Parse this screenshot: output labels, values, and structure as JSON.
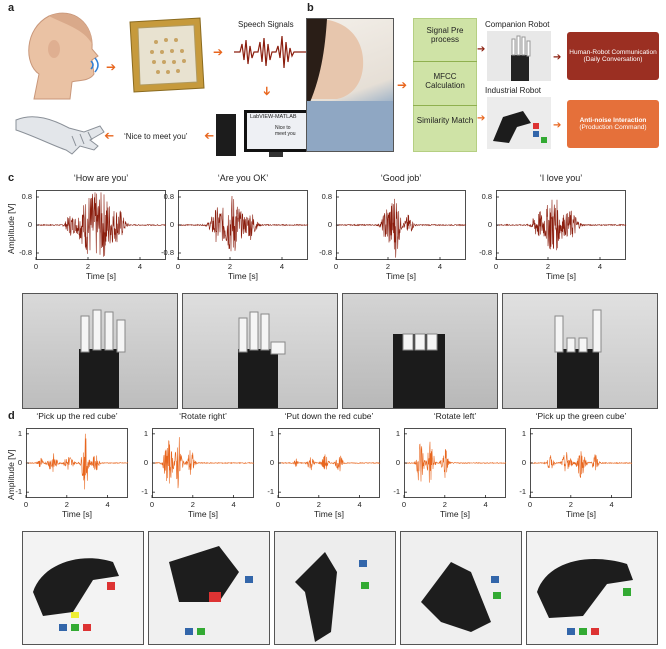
{
  "panel_a": {
    "label": "a",
    "speech_signals_label": "Speech Signals",
    "software_label": "LabVIEW-MATLAB",
    "screen_text": "Nice to meet you",
    "quote": "‘Nice to meet you’"
  },
  "panel_b": {
    "label": "b",
    "steps": [
      "Signal Pre process",
      "MFCC Calculation",
      "Similarity Match"
    ],
    "companion_label": "Companion Robot",
    "industrial_label": "Industrial Robot",
    "hri_box": "Human-Robot Communication (Daily Conversation)",
    "hri_title": "Human-Robot Communication",
    "hri_sub": "(Daily Conversation)",
    "noise_title": "Anti-noise Interaction",
    "noise_sub": "(Production Command)",
    "colors": {
      "green_box": "#cfe3a6",
      "red_box": "#9b2f22",
      "orange_box": "#e5703a"
    }
  },
  "panel_c": {
    "label": "c",
    "ylabel": "Amplitude [V]",
    "xlabel": "Time [s]",
    "yticks": [
      "0.8",
      "0",
      "-0.8"
    ],
    "xticks": [
      "0",
      "2",
      "4"
    ],
    "color": "#8b1e0e"
  },
  "panel_d": {
    "label": "d",
    "ylabel": "Amplitude [V]",
    "xlabel": "Time [s]",
    "yticks": [
      "1",
      "0",
      "-1"
    ],
    "xticks": [
      "0",
      "2",
      "4"
    ],
    "color": "#e8661e"
  },
  "chart_data": [
    {
      "type": "line",
      "title": "‘How are you’",
      "xlabel": "Time [s]",
      "ylabel": "Amplitude [V]",
      "xlim": [
        0,
        5
      ],
      "ylim": [
        -1,
        1
      ],
      "series": [
        {
          "bursts": [
            [
              1.3,
              0.15,
              0.25
            ],
            [
              2.0,
              0.45,
              0.55
            ],
            [
              2.5,
              0.5,
              0.95
            ],
            [
              3.2,
              0.2,
              0.35
            ]
          ]
        }
      ]
    },
    {
      "type": "line",
      "title": "‘Are you OK’",
      "xlabel": "Time [s]",
      "ylabel": "Amplitude [V]",
      "xlim": [
        0,
        5
      ],
      "ylim": [
        -1,
        1
      ],
      "series": [
        {
          "bursts": [
            [
              1.5,
              0.25,
              0.45
            ],
            [
              2.1,
              0.35,
              0.9
            ],
            [
              2.8,
              0.2,
              0.4
            ]
          ]
        }
      ]
    },
    {
      "type": "line",
      "title": "‘Good job’",
      "xlabel": "Time [s]",
      "ylabel": "Amplitude [V]",
      "xlim": [
        0,
        5
      ],
      "ylim": [
        -1,
        1
      ],
      "series": [
        {
          "bursts": [
            [
              2.0,
              0.2,
              0.6
            ],
            [
              2.3,
              0.15,
              0.95
            ],
            [
              2.8,
              0.15,
              0.3
            ]
          ]
        }
      ]
    },
    {
      "type": "line",
      "title": "‘I love you’",
      "xlabel": "Time [s]",
      "ylabel": "Amplitude [V]",
      "xlim": [
        0,
        5
      ],
      "ylim": [
        -1,
        1
      ],
      "series": [
        {
          "bursts": [
            [
              1.6,
              0.2,
              0.35
            ],
            [
              2.2,
              0.35,
              0.85
            ],
            [
              2.9,
              0.25,
              0.4
            ]
          ]
        }
      ]
    },
    {
      "type": "line",
      "title": "‘Pick up the red cube’",
      "xlabel": "Time [s]",
      "ylabel": "Amplitude [V]",
      "xlim": [
        0,
        5
      ],
      "ylim": [
        -1.2,
        1.2
      ],
      "series": [
        {
          "bursts": [
            [
              0.7,
              0.1,
              0.25
            ],
            [
              1.3,
              0.2,
              0.35
            ],
            [
              2.1,
              0.2,
              0.3
            ],
            [
              2.9,
              0.15,
              1.0
            ],
            [
              3.4,
              0.15,
              0.3
            ]
          ]
        }
      ]
    },
    {
      "type": "line",
      "title": "‘Rotate right’",
      "xlabel": "Time [s]",
      "ylabel": "Amplitude [V]",
      "xlim": [
        0,
        5
      ],
      "ylim": [
        -1.2,
        1.2
      ],
      "series": [
        {
          "bursts": [
            [
              0.8,
              0.2,
              0.8
            ],
            [
              1.3,
              0.15,
              1.0
            ],
            [
              1.9,
              0.15,
              0.55
            ]
          ]
        }
      ]
    },
    {
      "type": "line",
      "title": "‘Put down the red cube’",
      "xlabel": "Time [s]",
      "ylabel": "Amplitude [V]",
      "xlim": [
        0,
        5
      ],
      "ylim": [
        -1.2,
        1.2
      ],
      "series": [
        {
          "bursts": [
            [
              0.9,
              0.1,
              0.15
            ],
            [
              1.6,
              0.15,
              0.25
            ],
            [
              2.3,
              0.15,
              0.3
            ],
            [
              3.0,
              0.15,
              0.3
            ]
          ]
        }
      ]
    },
    {
      "type": "line",
      "title": "‘Rotate left’",
      "xlabel": "Time [s]",
      "ylabel": "Amplitude [V]",
      "xlim": [
        0,
        5
      ],
      "ylim": [
        -1.2,
        1.2
      ],
      "series": [
        {
          "bursts": [
            [
              0.8,
              0.15,
              0.95
            ],
            [
              1.3,
              0.15,
              0.9
            ],
            [
              2.0,
              0.15,
              0.6
            ]
          ]
        }
      ]
    },
    {
      "type": "line",
      "title": "‘Pick up the green cube’",
      "xlabel": "Time [s]",
      "ylabel": "Amplitude [V]",
      "xlim": [
        0,
        5
      ],
      "ylim": [
        -1.2,
        1.2
      ],
      "series": [
        {
          "bursts": [
            [
              1.0,
              0.15,
              0.25
            ],
            [
              1.8,
              0.2,
              0.4
            ],
            [
              2.5,
              0.2,
              0.5
            ],
            [
              3.2,
              0.15,
              0.3
            ]
          ]
        }
      ]
    }
  ]
}
